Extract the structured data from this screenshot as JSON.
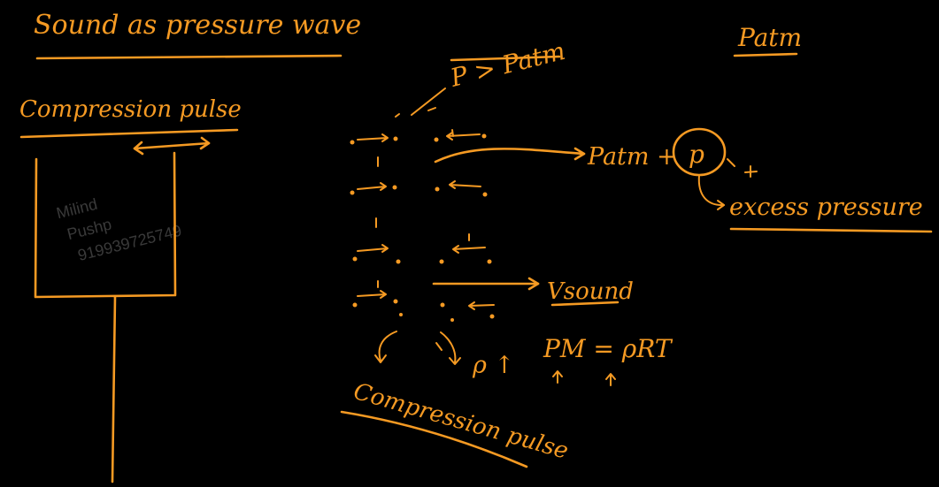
{
  "board": {
    "background": "#000000",
    "ink_color": "#f59a23",
    "title": "Sound as pressure wave",
    "left_heading": "Compression pulse",
    "top_right_label": "Patm",
    "pressure_label": "P > Patm",
    "sum_label": "Patm +",
    "excess_symbol": "p",
    "excess_label": "excess pressure",
    "sound_speed_label": "Vsound",
    "ideal_gas_equation": "PM = ρRT",
    "density_rise_label": "ρ ↑",
    "bottom_heading": "Compression pulse",
    "watermark": [
      "Milind",
      "Pushp",
      "919939725749"
    ]
  }
}
